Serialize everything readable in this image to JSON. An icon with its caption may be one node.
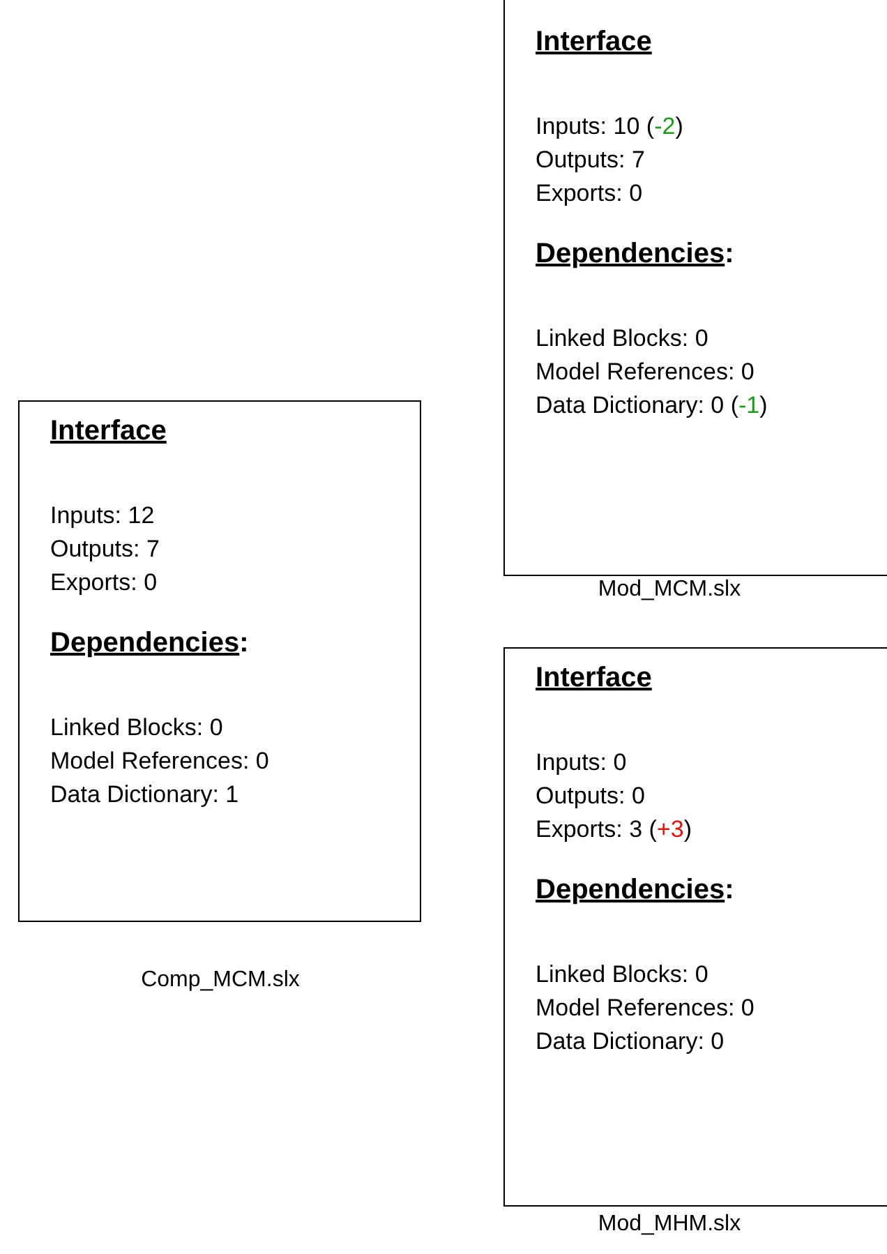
{
  "diagram": {
    "nodes": [
      {
        "text": [
          "Interface",
          "Inputs: 10 (-2)",
          "Outputs: 7",
          "Exports: 0",
          "Dependencies:",
          "Linked Blocks: 0",
          "Model References: 0",
          "Data Dictionary: 0 (-1)"
        ],
        "beside": [
          "Mod_MCM.slx"
        ]
      },
      {
        "text": [
          "Interface",
          "Inputs: 12",
          "Outputs: 7",
          "Exports: 0",
          "Dependencies:",
          "Linked Blocks: 0",
          "Model References: 0",
          "Data Dictionary: 1"
        ],
        "beside": [
          "Comp_MCM.slx"
        ]
      },
      {
        "text": [
          "Interface",
          "Inputs: 0",
          "Outputs: 0",
          "Exports: 3 (+3)",
          "Dependencies:",
          "Linked Blocks: 0",
          "Model References: 0",
          "Data Dictionary: 0"
        ],
        "beside": [
          "Mod_MHM.slx"
        ]
      }
    ]
  }
}
